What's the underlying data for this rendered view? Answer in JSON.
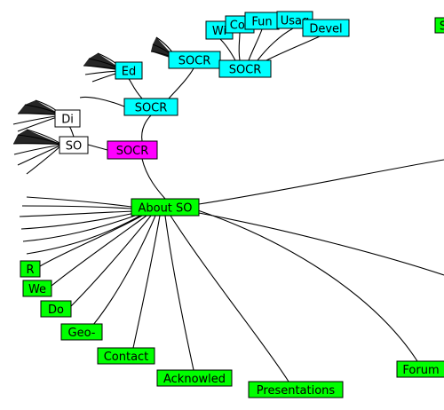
{
  "colors": {
    "root": "#ff00ff",
    "branch": "#00ffff",
    "about": "#00ff00",
    "neutral": "#ffffff",
    "edge": "#000000",
    "fan": "#000000"
  },
  "nodes": [
    {
      "id": "root",
      "label": "SOCR",
      "group": "root"
    },
    {
      "id": "so",
      "label": "SO",
      "group": "neutral"
    },
    {
      "id": "di",
      "label": "Di",
      "group": "neutral"
    },
    {
      "id": "socr-mid",
      "label": "SOCR",
      "group": "branch"
    },
    {
      "id": "ed",
      "label": "Ed",
      "group": "branch"
    },
    {
      "id": "socr-upper",
      "label": "SOCR",
      "group": "branch"
    },
    {
      "id": "socr-right",
      "label": "SOCR",
      "group": "branch"
    },
    {
      "id": "wi",
      "label": "Wi",
      "group": "branch"
    },
    {
      "id": "cor",
      "label": "Cor",
      "group": "branch"
    },
    {
      "id": "fun",
      "label": "Fun",
      "group": "branch"
    },
    {
      "id": "usag",
      "label": "Usag",
      "group": "branch"
    },
    {
      "id": "devel",
      "label": "Devel",
      "group": "branch"
    },
    {
      "id": "s-edge",
      "label": "S",
      "group": "about"
    },
    {
      "id": "about",
      "label": "About SO",
      "group": "about"
    },
    {
      "id": "r",
      "label": "R",
      "group": "about"
    },
    {
      "id": "we",
      "label": "We",
      "group": "about"
    },
    {
      "id": "do",
      "label": "Do",
      "group": "about"
    },
    {
      "id": "geo",
      "label": "Geo-",
      "group": "about"
    },
    {
      "id": "contact",
      "label": "Contact",
      "group": "about"
    },
    {
      "id": "acknowled",
      "label": "Acknowled",
      "group": "about"
    },
    {
      "id": "presentations",
      "label": "Presentations",
      "group": "about"
    },
    {
      "id": "forum",
      "label": "Forum",
      "group": "about"
    }
  ]
}
